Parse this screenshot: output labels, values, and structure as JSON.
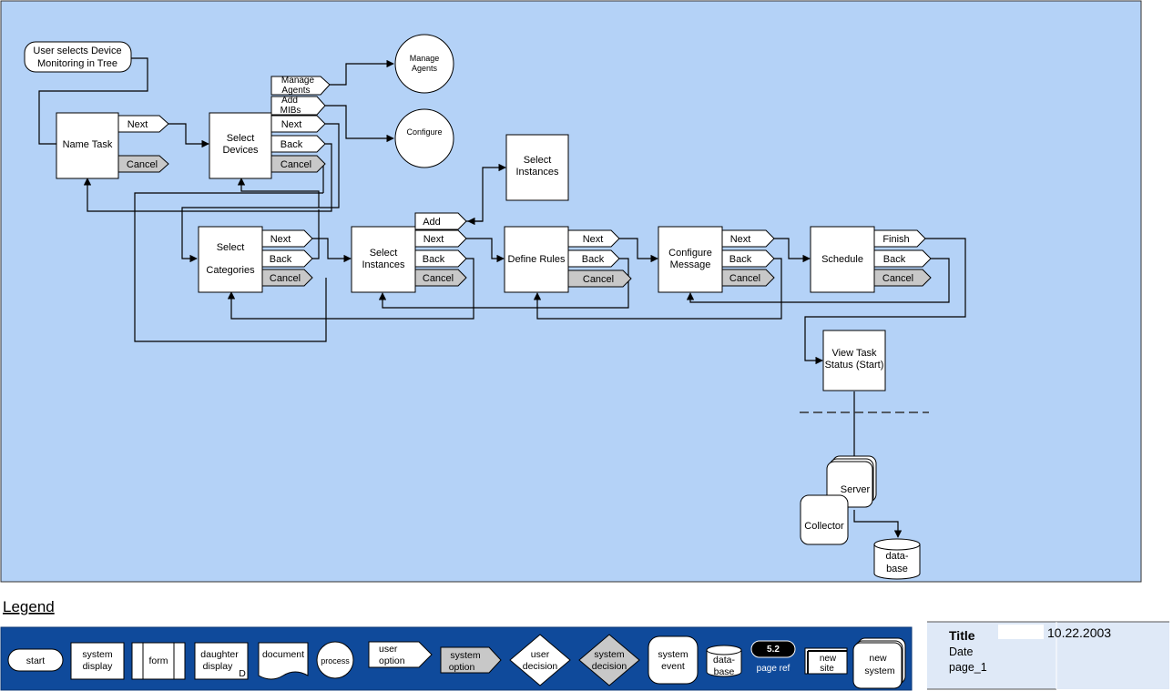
{
  "diagram": {
    "start": "User selects Device Monitoring in Tree",
    "nodes": {
      "name_task": "Name Task",
      "select_devices": "Select Devices",
      "manage_agents": "Manage Agents",
      "configure": "Configure",
      "select_instances_top": "Select Instances",
      "select_categories": "Select Categories",
      "select_instances": "Select Instances",
      "define_rules": "Define Rules",
      "configure_message": "Configure Message",
      "schedule": "Schedule",
      "view_task_status": "View Task Status (Start)",
      "server": "Server",
      "collector": "Collector",
      "database": "data-base"
    },
    "options": {
      "next": "Next",
      "back": "Back",
      "cancel": "Cancel",
      "add": "Add",
      "finish": "Finish",
      "manage_agents": "Manage Agents",
      "add_mibs": "Add MIBs"
    }
  },
  "legend": {
    "title": "Legend",
    "items": {
      "start": "start",
      "system_display": "system display",
      "form": "form",
      "daughter_display": "daughter display",
      "daughter_marker": "D",
      "document": "document",
      "process": "process",
      "user_option": "user option",
      "system_option": "system option",
      "user_decision": "user decision",
      "system_decision": "system decision",
      "system_event": "system event",
      "database": "data-base",
      "page_ref_number": "5.2",
      "page_ref": "page ref",
      "new_site": "new site",
      "new_system": "new system"
    }
  },
  "title_block": {
    "title": "Title",
    "date_label": "Date",
    "date": "10.22.2003",
    "page": "page_1"
  },
  "colors": {
    "canvas": "#b4d2f7",
    "legend_bar": "#0f4a9b",
    "option_gray": "#c8c8c8"
  }
}
